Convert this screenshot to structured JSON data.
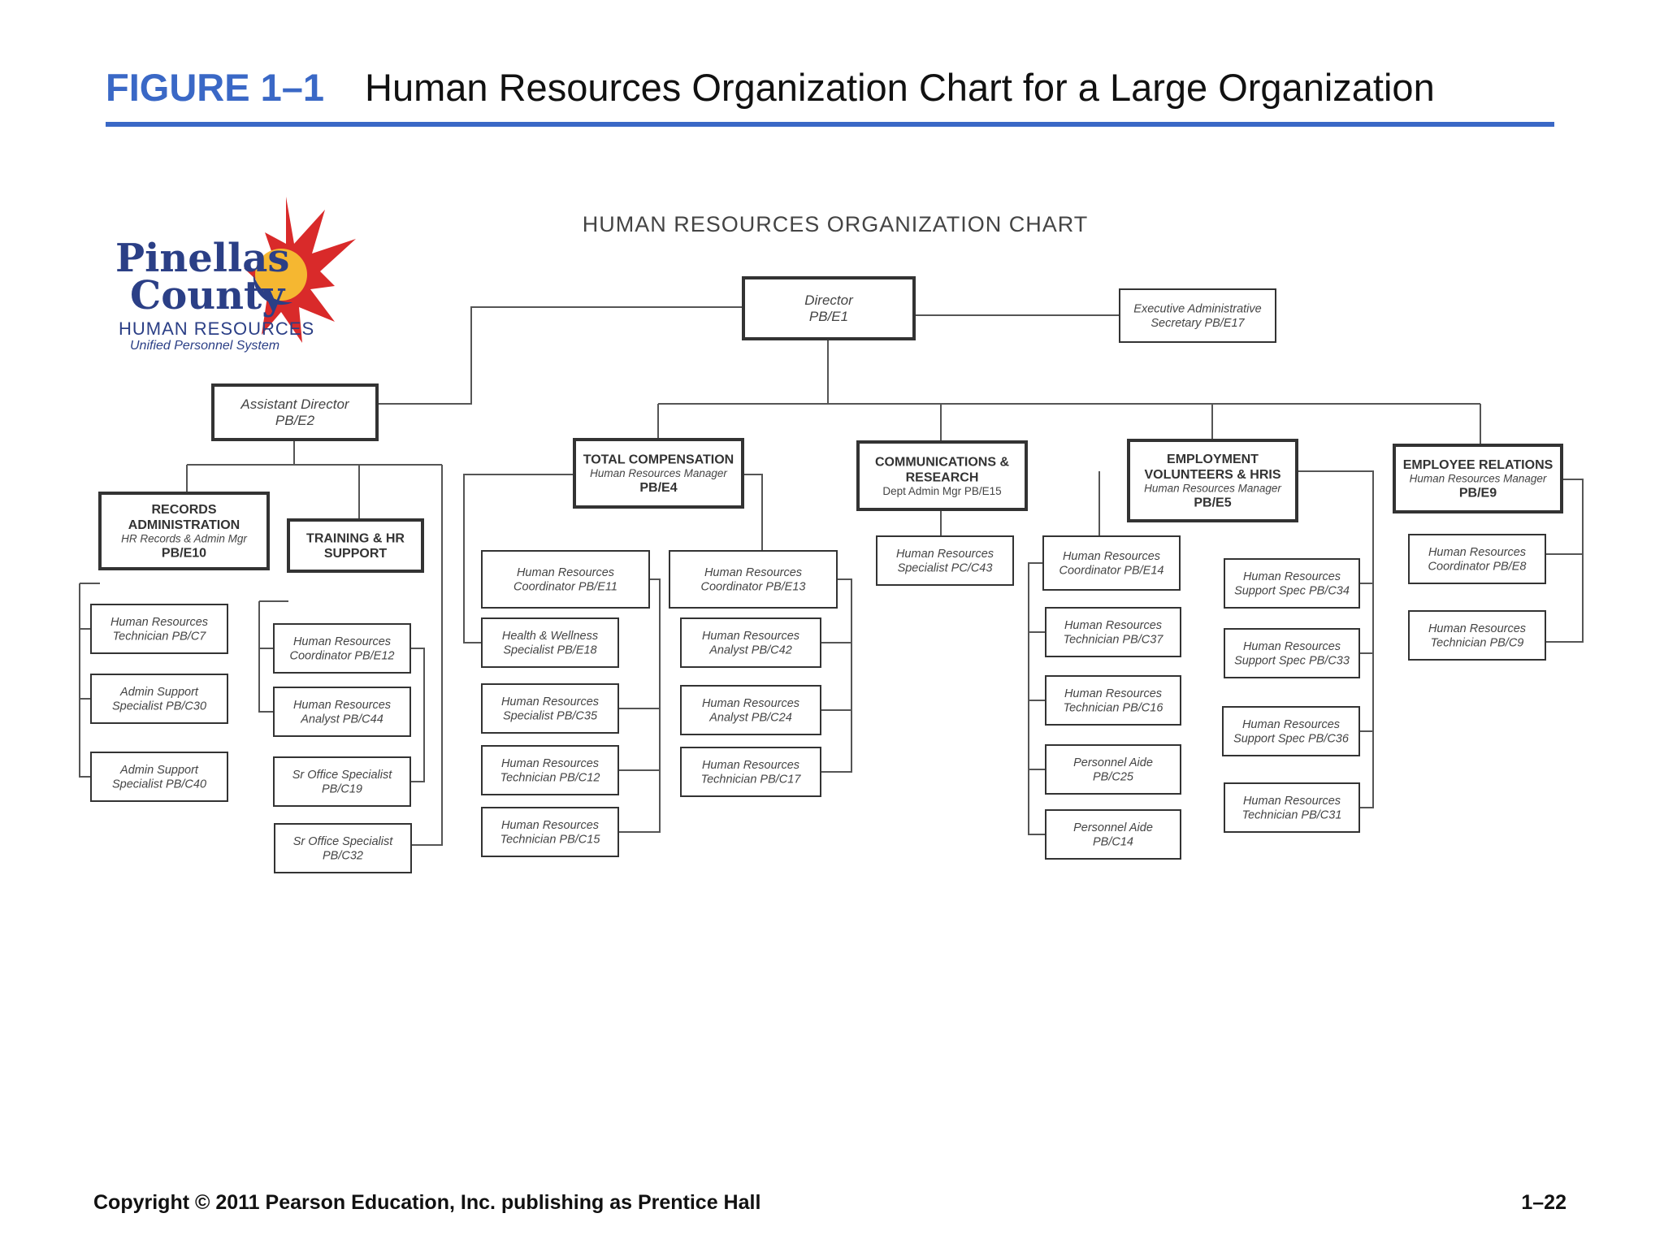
{
  "slide": {
    "figure_label": "FIGURE 1–1",
    "title": "Human Resources Organization Chart for a Large Organization",
    "copyright": "Copyright © 2011 Pearson Education, Inc. publishing as Prentice Hall",
    "page_number": "1–22"
  },
  "logo": {
    "line1": "Pinellas",
    "line2": "County",
    "line3": "HUMAN RESOURCES",
    "line4": "Unified Personnel System"
  },
  "chart": {
    "heading": "HUMAN RESOURCES ORGANIZATION CHART",
    "nodes": [
      {
        "id": "director",
        "lines": [
          "Director",
          "PB/E1"
        ]
      },
      {
        "id": "exec_admin",
        "lines": [
          "Executive Administrative",
          "Secretary  PB/E17"
        ]
      },
      {
        "id": "asst_director",
        "lines": [
          "Assistant Director",
          "PB/E2"
        ]
      },
      {
        "id": "records_admin",
        "lines": [
          "RECORDS",
          "ADMINISTRATION",
          "HR Records & Admin Mgr",
          "PB/E10"
        ]
      },
      {
        "id": "training",
        "lines": [
          "TRAINING & HR",
          "SUPPORT"
        ]
      },
      {
        "id": "hr_tech_c7",
        "lines": [
          "Human Resources",
          "Technician  PB/C7"
        ]
      },
      {
        "id": "admin_c30",
        "lines": [
          "Admin Support",
          "Specialist  PB/C30"
        ]
      },
      {
        "id": "admin_c40",
        "lines": [
          "Admin Support",
          "Specialist  PB/C40"
        ]
      },
      {
        "id": "hr_coord_e12",
        "lines": [
          "Human Resources",
          "Coordinator  PB/E12"
        ]
      },
      {
        "id": "hr_analyst_c44",
        "lines": [
          "Human Resources",
          "Analyst   PB/C44"
        ]
      },
      {
        "id": "sr_office_c19",
        "lines": [
          "Sr Office Specialist",
          "PB/C19"
        ]
      },
      {
        "id": "sr_office_c32",
        "lines": [
          "Sr Office Specialist",
          "PB/C32"
        ]
      },
      {
        "id": "total_comp",
        "lines": [
          "TOTAL COMPENSATION",
          "Human Resources Manager",
          "PB/E4"
        ]
      },
      {
        "id": "hr_coord_e11",
        "lines": [
          "Human Resources",
          "Coordinator  PB/E11"
        ]
      },
      {
        "id": "hr_coord_e13",
        "lines": [
          "Human Resources",
          "Coordinator   PB/E13"
        ]
      },
      {
        "id": "health_e18",
        "lines": [
          "Health & Wellness",
          "Specialist  PB/E18"
        ]
      },
      {
        "id": "hr_spec_c35",
        "lines": [
          "Human Resources",
          "Specialist  PB/C35"
        ]
      },
      {
        "id": "hr_tech_c12",
        "lines": [
          "Human Resources",
          "Technician    PB/C12"
        ]
      },
      {
        "id": "hr_tech_c15",
        "lines": [
          "Human Resources",
          "Technician    PB/C15"
        ]
      },
      {
        "id": "hr_analyst_c42",
        "lines": [
          "Human Resources",
          "Analyst  PB/C42"
        ]
      },
      {
        "id": "hr_analyst_c24",
        "lines": [
          "Human Resources",
          "Analyst   PB/C24"
        ]
      },
      {
        "id": "hr_tech_c17",
        "lines": [
          "Human Resources",
          "Technician   PB/C17"
        ]
      },
      {
        "id": "comm_research",
        "lines": [
          "COMMUNICATIONS &",
          "RESEARCH",
          "Dept Admin Mgr  PB/E15"
        ]
      },
      {
        "id": "hr_spec_c43",
        "lines": [
          "Human Resources",
          "Specialist  PC/C43"
        ]
      },
      {
        "id": "employment",
        "lines": [
          "EMPLOYMENT",
          "VOLUNTEERS & HRIS",
          "Human Resources Manager",
          "PB/E5"
        ]
      },
      {
        "id": "hr_coord_e14",
        "lines": [
          "Human Resources",
          "Coordinator   PB/E14"
        ]
      },
      {
        "id": "hr_tech_c37",
        "lines": [
          "Human Resources",
          "Technician   PB/C37"
        ]
      },
      {
        "id": "hr_tech_c16",
        "lines": [
          "Human Resources",
          "Technician    PB/C16"
        ]
      },
      {
        "id": "pers_aide_c25",
        "lines": [
          "Personnel Aide",
          "PB/C25"
        ]
      },
      {
        "id": "pers_aide_c14",
        "lines": [
          "Personnel Aide",
          "PB/C14"
        ]
      },
      {
        "id": "hr_support_c34",
        "lines": [
          "Human Resources",
          "Support  Spec PB/C34"
        ]
      },
      {
        "id": "hr_support_c33",
        "lines": [
          "Human Resources",
          "Support Spec PB/C33"
        ]
      },
      {
        "id": "hr_support_c36",
        "lines": [
          "Human Resources",
          "Support  Spec    PB/C36"
        ]
      },
      {
        "id": "hr_tech_c31",
        "lines": [
          "Human Resources",
          "Technician  PB/C31"
        ]
      },
      {
        "id": "employee_rel",
        "lines": [
          "EMPLOYEE RELATIONS",
          "Human Resources Manager",
          "PB/E9"
        ]
      },
      {
        "id": "hr_coord_e8",
        "lines": [
          "Human Resources",
          "Coordinator    PB/E8"
        ]
      },
      {
        "id": "hr_tech_c9",
        "lines": [
          "Human Resources",
          "Technician    PB/C9"
        ]
      }
    ]
  }
}
